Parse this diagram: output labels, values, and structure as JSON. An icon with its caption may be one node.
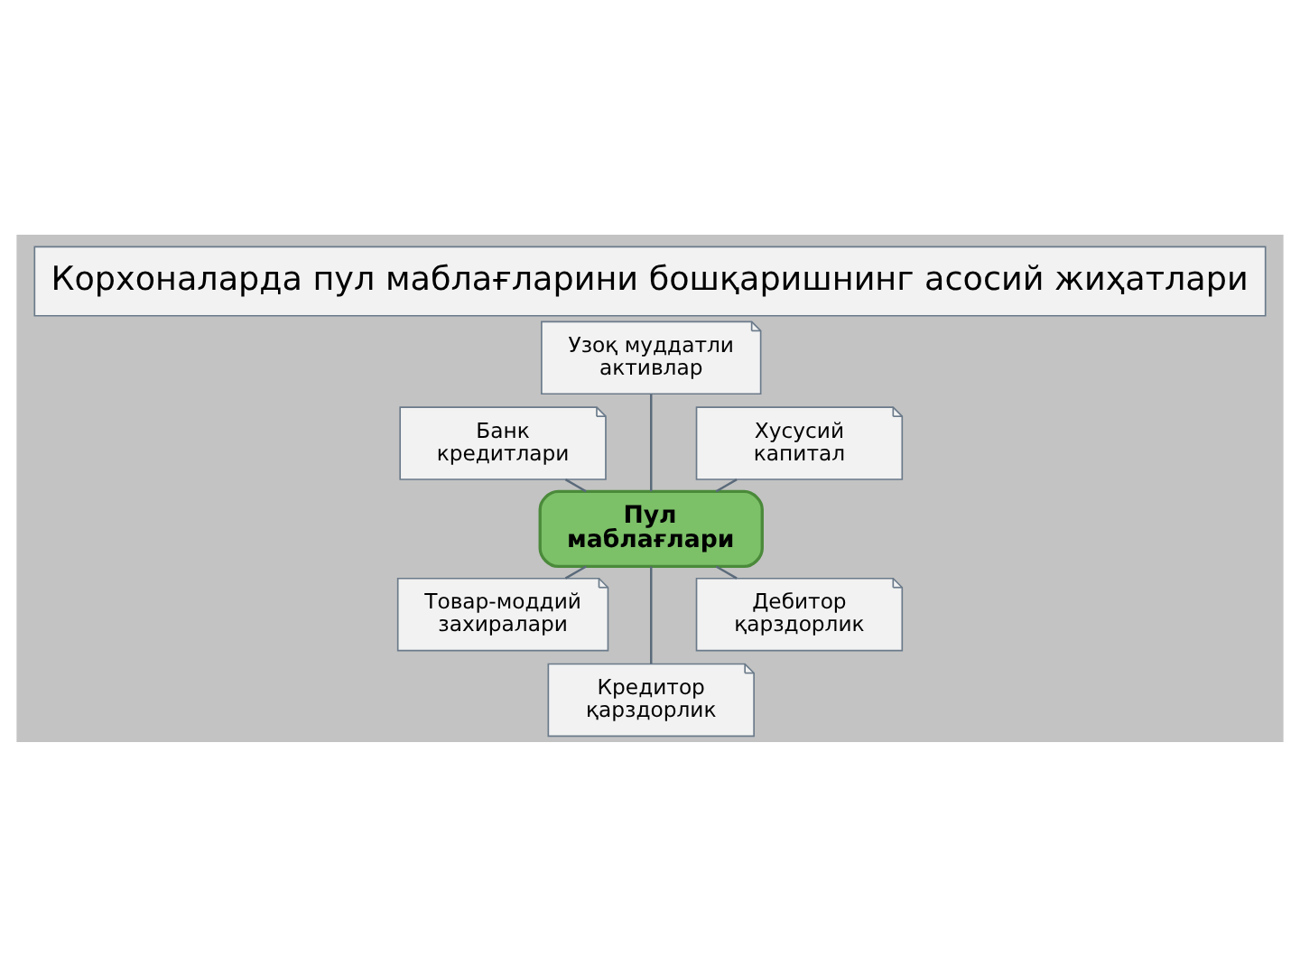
{
  "diagram": {
    "title": "Корхоналарда пул маблағларини бошқаришнинг асосий жиҳатлари",
    "nodes": [
      {
        "text": [
          "Хусусий капитал"
        ]
      },
      {
        "text": [
          "Узоқ муддатли активлар"
        ]
      },
      {
        "text": [
          "Банк кредитлари"
        ]
      },
      {
        "text": [
          "Пул маблағлари"
        ]
      },
      {
        "text": [
          "Товар-моддий захиралари"
        ]
      },
      {
        "text": [
          "Кредитор қарздорлик"
        ]
      },
      {
        "text": [
          "Дебитор қарздорлик"
        ]
      }
    ],
    "edges": [
      {
        "from": 3,
        "to": 0,
        "arrow": "none"
      },
      {
        "from": 3,
        "to": 1,
        "arrow": "none"
      },
      {
        "from": 3,
        "to": 2,
        "arrow": "none"
      },
      {
        "from": 3,
        "to": 4,
        "arrow": "none"
      },
      {
        "from": 3,
        "to": 5,
        "arrow": "none"
      },
      {
        "from": 3,
        "to": 6,
        "arrow": "none"
      }
    ]
  }
}
